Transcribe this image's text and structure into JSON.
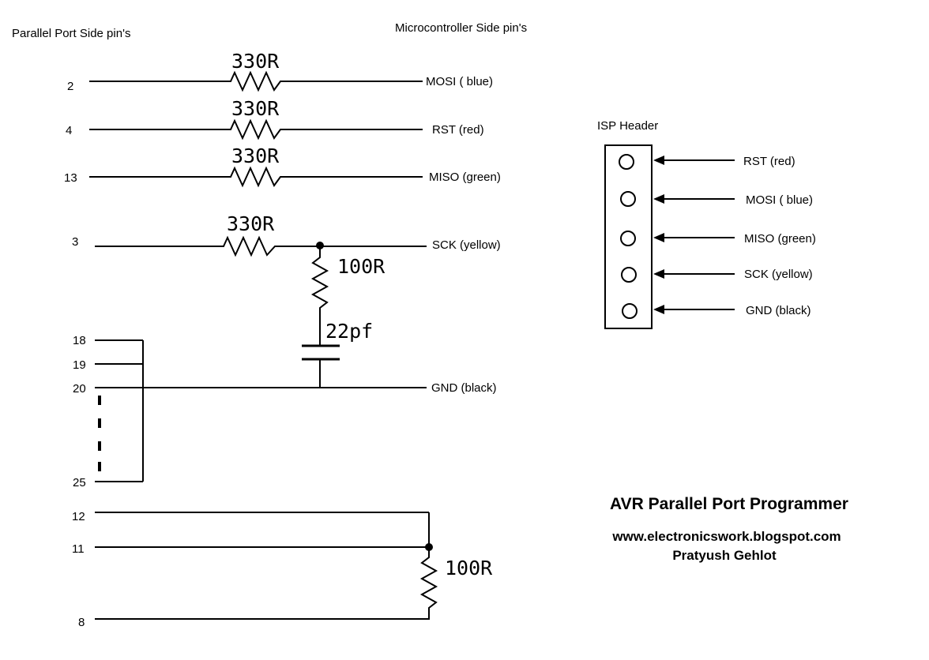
{
  "headings": {
    "parallel_side": "Parallel Port Side pin's",
    "micro_side": "Microcontroller Side pin's",
    "isp_header": "ISP Header"
  },
  "lines": [
    {
      "pin": "2",
      "resistor": "330R",
      "signal": "MOSI ( blue)"
    },
    {
      "pin": "4",
      "resistor": "330R",
      "signal": "RST (red)"
    },
    {
      "pin": "13",
      "resistor": "330R",
      "signal": "MISO (green)"
    },
    {
      "pin": "3",
      "resistor": "330R",
      "signal": "SCK (yellow)"
    }
  ],
  "sck_network": {
    "resistor": "100R",
    "capacitor": "22pf"
  },
  "gnd_group": {
    "pins": [
      "18",
      "19",
      "20",
      "25"
    ],
    "signal": "GND (black)"
  },
  "bottom_group": {
    "pins": [
      "12",
      "11",
      "8"
    ],
    "resistor": "100R"
  },
  "isp_pins": [
    "RST (red)",
    "MOSI ( blue)",
    "MISO (green)",
    "SCK (yellow)",
    "GND (black)"
  ],
  "title": {
    "main": "AVR Parallel Port Programmer",
    "url": "www.electronicswork.blogspot.com",
    "author": "Pratyush Gehlot"
  }
}
